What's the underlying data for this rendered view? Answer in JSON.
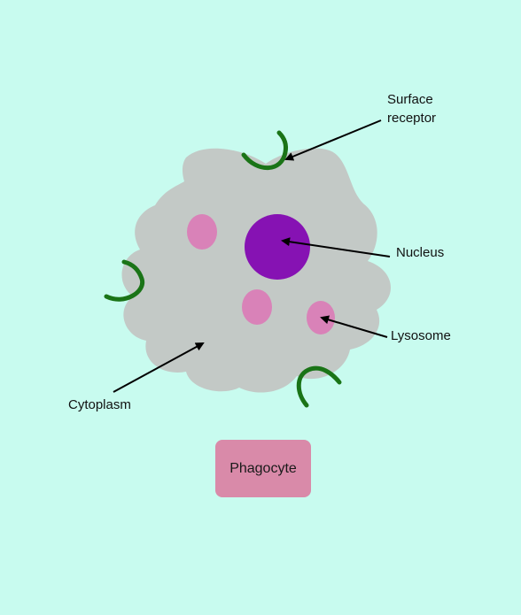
{
  "title": "Phagocyte",
  "labels": {
    "surface_receptor_line1": "Surface",
    "surface_receptor_line2": "receptor",
    "nucleus": "Nucleus",
    "lysosome": "Lysosome",
    "cytoplasm": "Cytoplasm"
  },
  "colors": {
    "background": "#c8fbef",
    "cytoplasm": "#c3c9c6",
    "nucleus": "#8612b3",
    "lysosome": "#d982b8",
    "receptor": "#1a7417",
    "title_box": "#d98aa9",
    "arrow": "#000000"
  }
}
